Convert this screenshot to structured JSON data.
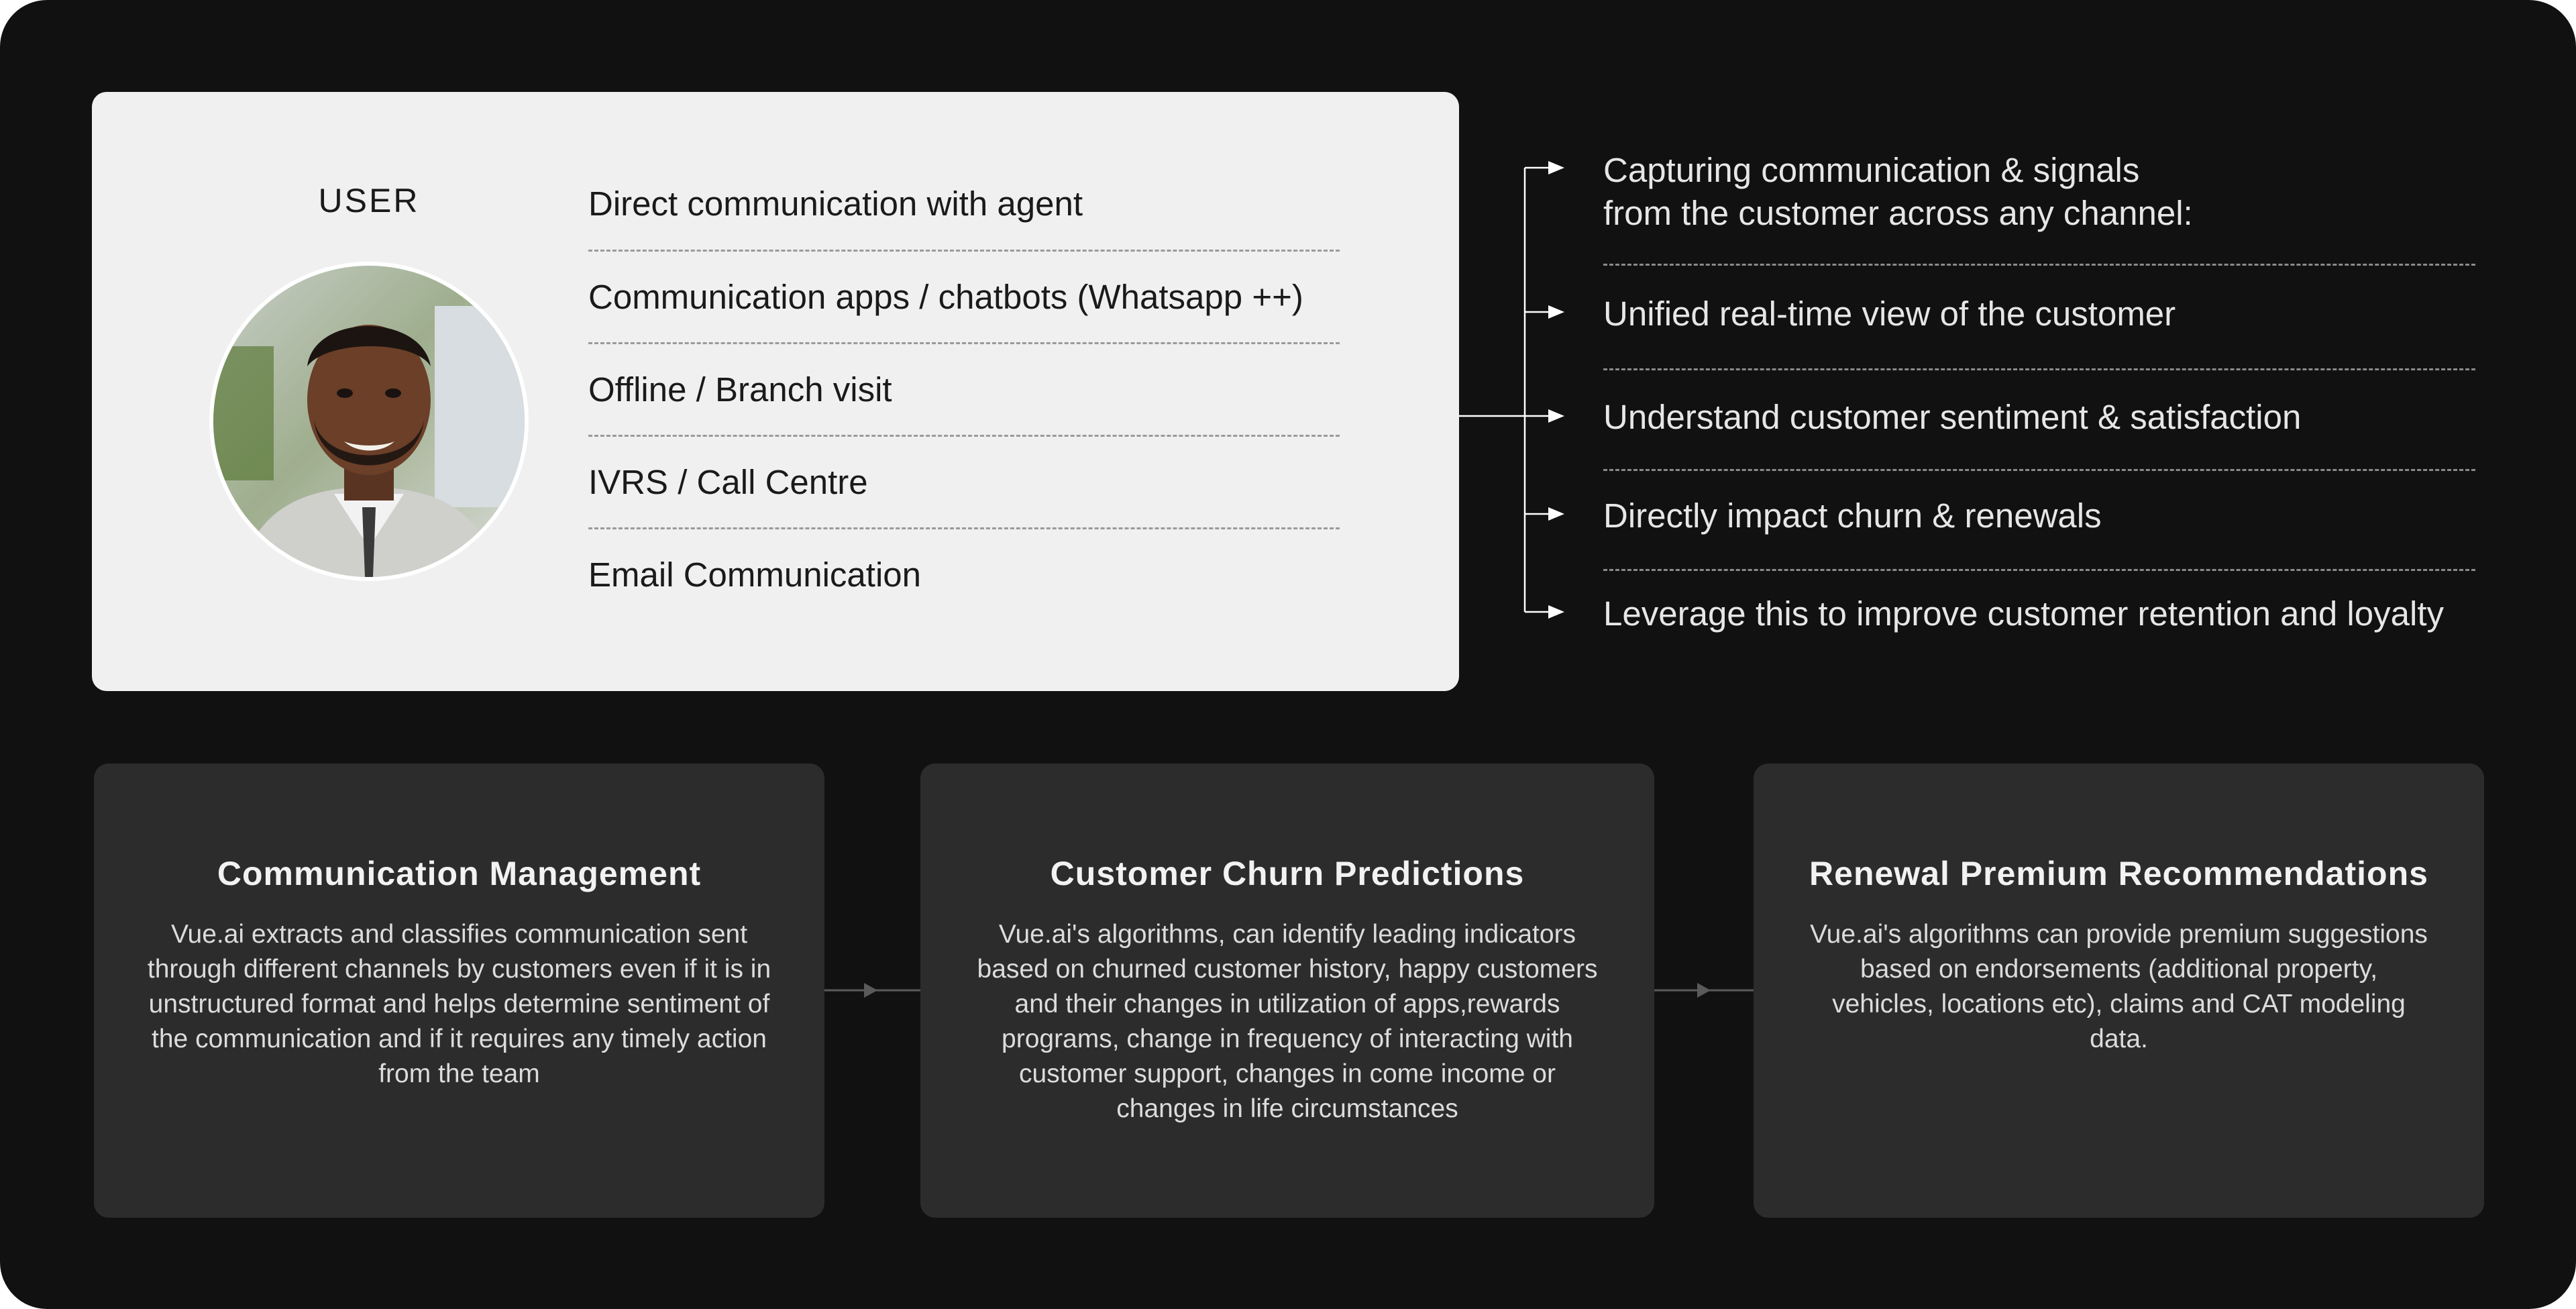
{
  "user_card": {
    "label": "USER",
    "channels": [
      "Direct communication with agent",
      "Communication apps / chatbots (Whatsapp ++)",
      "Offline / Branch visit",
      "IVRS / Call Centre",
      "Email Communication"
    ]
  },
  "benefits": [
    {
      "line1": "Capturing communication & signals",
      "line2": "from the customer across any channel:"
    },
    {
      "line1": "Unified real-time view of the customer"
    },
    {
      "line1": "Understand customer sentiment & satisfaction"
    },
    {
      "line1": "Directly impact churn & renewals"
    },
    {
      "line1": "Leverage this to improve customer retention and loyalty"
    }
  ],
  "steps": [
    {
      "title": "Communication Management",
      "body": "Vue.ai extracts and classifies communication sent through different channels by customers even if it is in unstructured format and helps determine sentiment of the communication and if it requires any timely action from the team"
    },
    {
      "title": "Customer Churn Predictions",
      "body": "Vue.ai's algorithms, can identify leading indicators based on churned customer history, happy customers and their changes in utilization of apps,rewards programs, change in frequency of interacting with customer support, changes in come income or changes in life circumstances"
    },
    {
      "title": "Renewal Premium Recommendations",
      "body": "Vue.ai's algorithms can provide premium suggestions based on endorsements (additional property, vehicles, locations etc), claims and CAT modeling data."
    }
  ],
  "colors": {
    "background": "#111111",
    "user_card": "#f0f0f0",
    "step_card": "#2c2c2c",
    "connector": "#ffffff"
  },
  "icons": [
    "user-photo",
    "arrow-right-icon"
  ]
}
